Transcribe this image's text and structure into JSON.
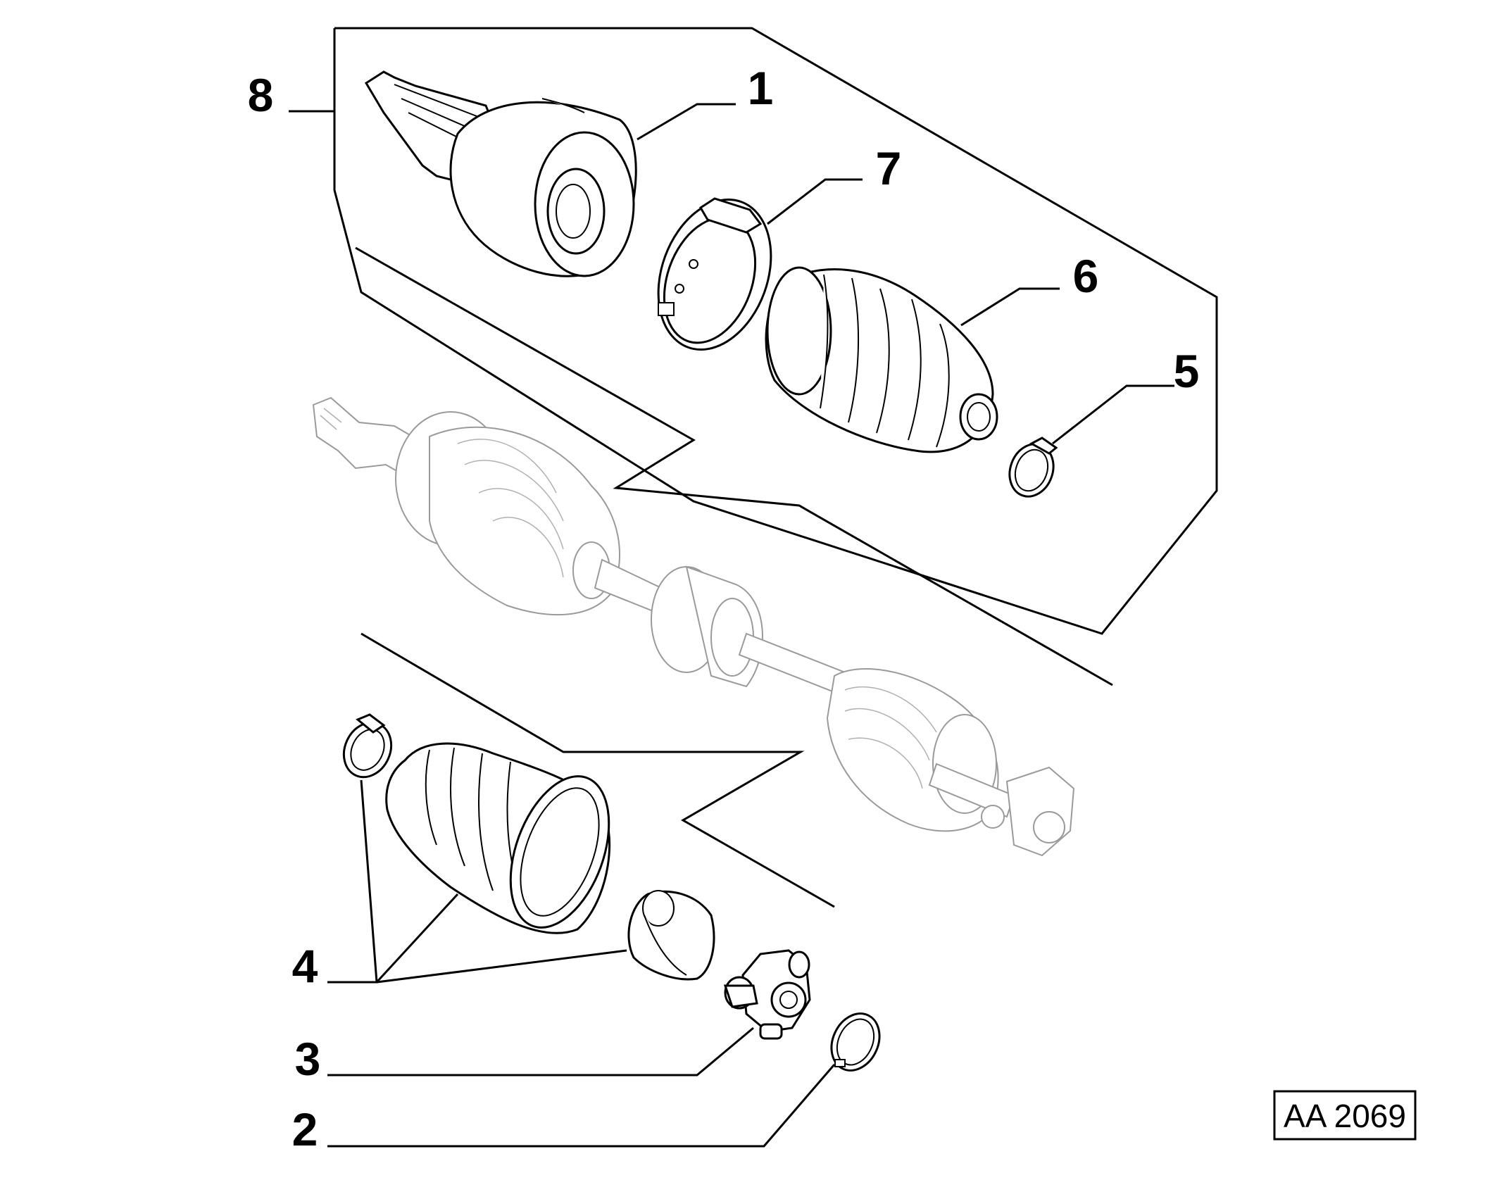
{
  "diagram": {
    "callouts": [
      {
        "key": "c1",
        "label": "1"
      },
      {
        "key": "c2",
        "label": "2"
      },
      {
        "key": "c3",
        "label": "3"
      },
      {
        "key": "c4",
        "label": "4"
      },
      {
        "key": "c5",
        "label": "5"
      },
      {
        "key": "c6",
        "label": "6"
      },
      {
        "key": "c7",
        "label": "7"
      },
      {
        "key": "c8",
        "label": "8"
      }
    ],
    "reference_code": "AA 2069"
  }
}
